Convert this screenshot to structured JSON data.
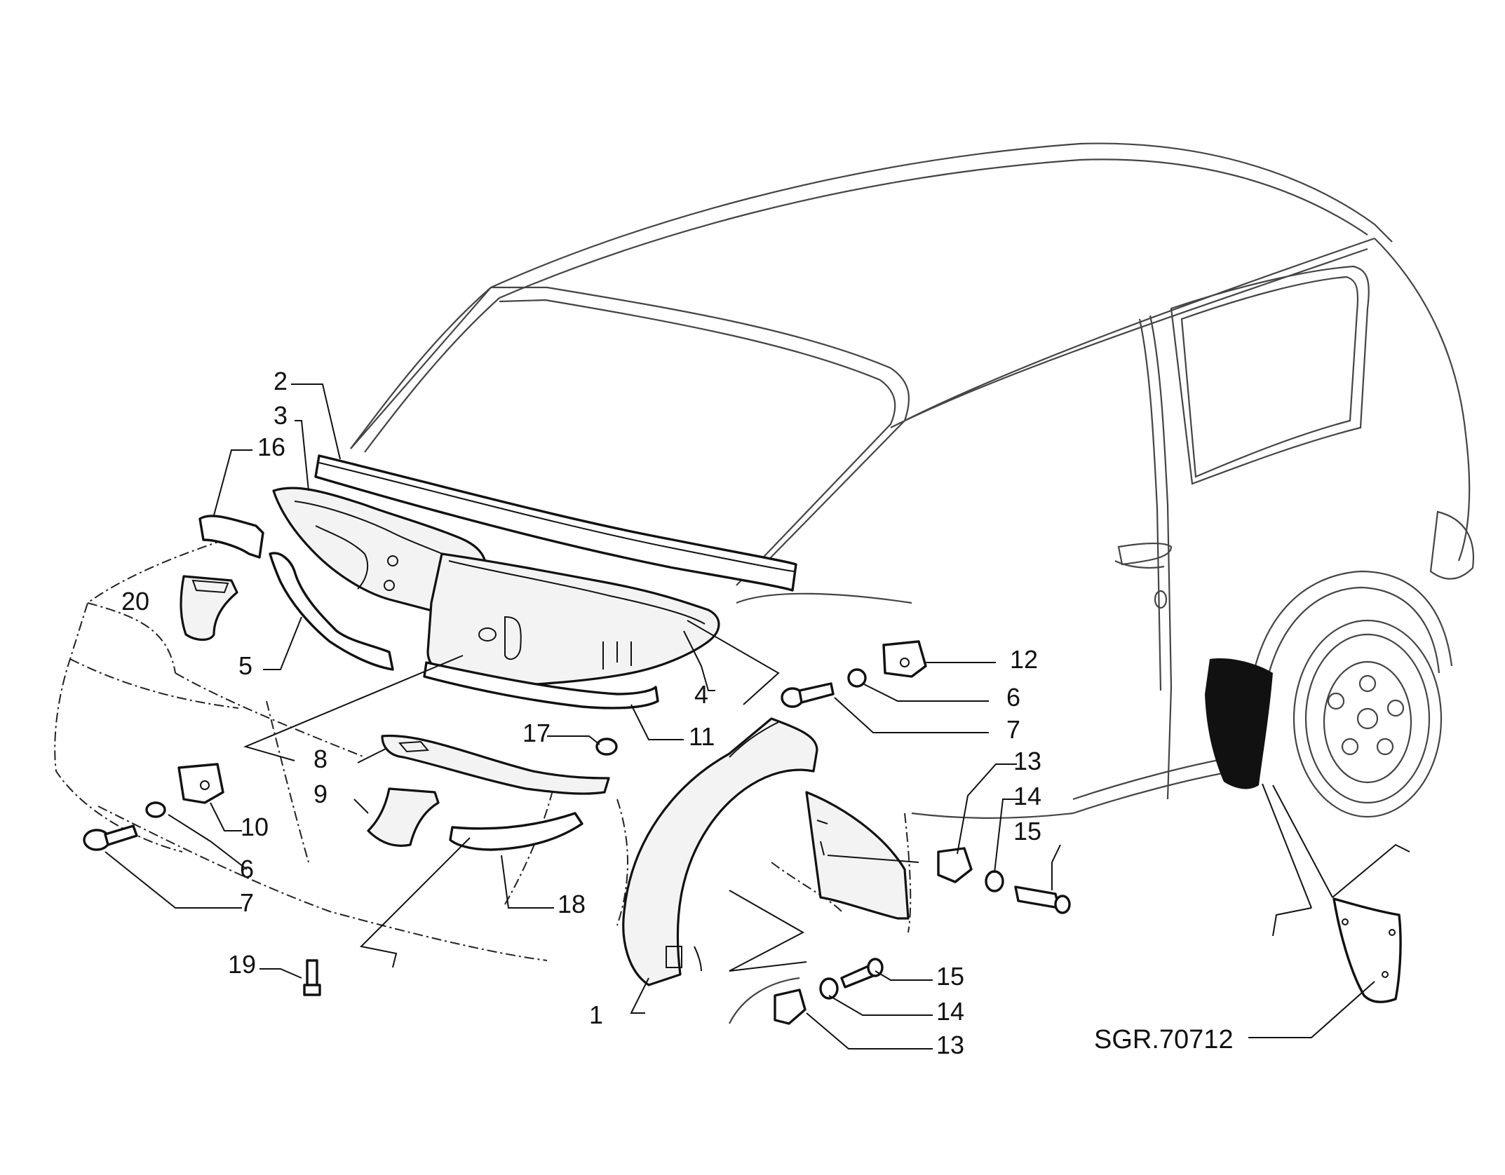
{
  "diagram": {
    "code": "SGR.70712",
    "callouts": [
      {
        "id": "c1",
        "text": "1"
      },
      {
        "id": "c2",
        "text": "2"
      },
      {
        "id": "c3",
        "text": "3"
      },
      {
        "id": "c4",
        "text": "4"
      },
      {
        "id": "c5",
        "text": "5"
      },
      {
        "id": "c6a",
        "text": "6"
      },
      {
        "id": "c6b",
        "text": "6"
      },
      {
        "id": "c7a",
        "text": "7"
      },
      {
        "id": "c7b",
        "text": "7"
      },
      {
        "id": "c8",
        "text": "8"
      },
      {
        "id": "c9",
        "text": "9"
      },
      {
        "id": "c10",
        "text": "10"
      },
      {
        "id": "c11",
        "text": "11"
      },
      {
        "id": "c12",
        "text": "12"
      },
      {
        "id": "c13a",
        "text": "13"
      },
      {
        "id": "c13b",
        "text": "13"
      },
      {
        "id": "c14a",
        "text": "14"
      },
      {
        "id": "c14b",
        "text": "14"
      },
      {
        "id": "c15a",
        "text": "15"
      },
      {
        "id": "c15b",
        "text": "15"
      },
      {
        "id": "c16",
        "text": "16"
      },
      {
        "id": "c17",
        "text": "17"
      },
      {
        "id": "c18",
        "text": "18"
      },
      {
        "id": "c19",
        "text": "19"
      },
      {
        "id": "c20",
        "text": "20"
      }
    ]
  }
}
